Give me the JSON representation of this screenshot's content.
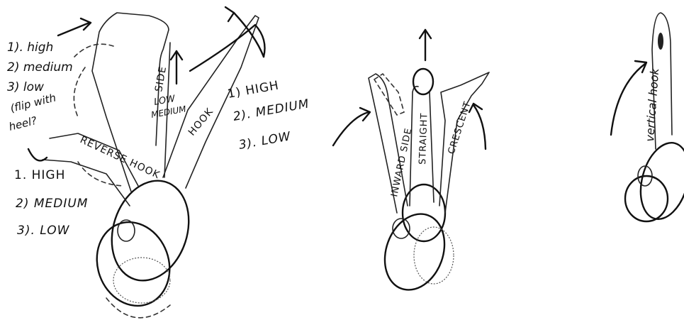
{
  "left_figure": {
    "toe_list": [
      "1). high",
      "2) medium",
      "3) low",
      "(flip with",
      "heel?"
    ],
    "reverse_hook_label": "REVERSE HOOK",
    "reverse_list": [
      "1. HIGH",
      "2) MEDIUM",
      "3). LOW"
    ],
    "side_label": "SIDE",
    "side_heights": [
      "LOW",
      "MEDIUM"
    ],
    "hook_label": "HOOK",
    "hook_list": [
      "1) HIGH",
      "2). MEDIUM",
      "3). LOW"
    ]
  },
  "middle_figure": {
    "inward_side_label": "INWARD SIDE",
    "straight_label": "STRAIGHT",
    "crescent_label": "CRESCENT"
  },
  "right_figure": {
    "vertical_hook_label": "vertical hook"
  }
}
